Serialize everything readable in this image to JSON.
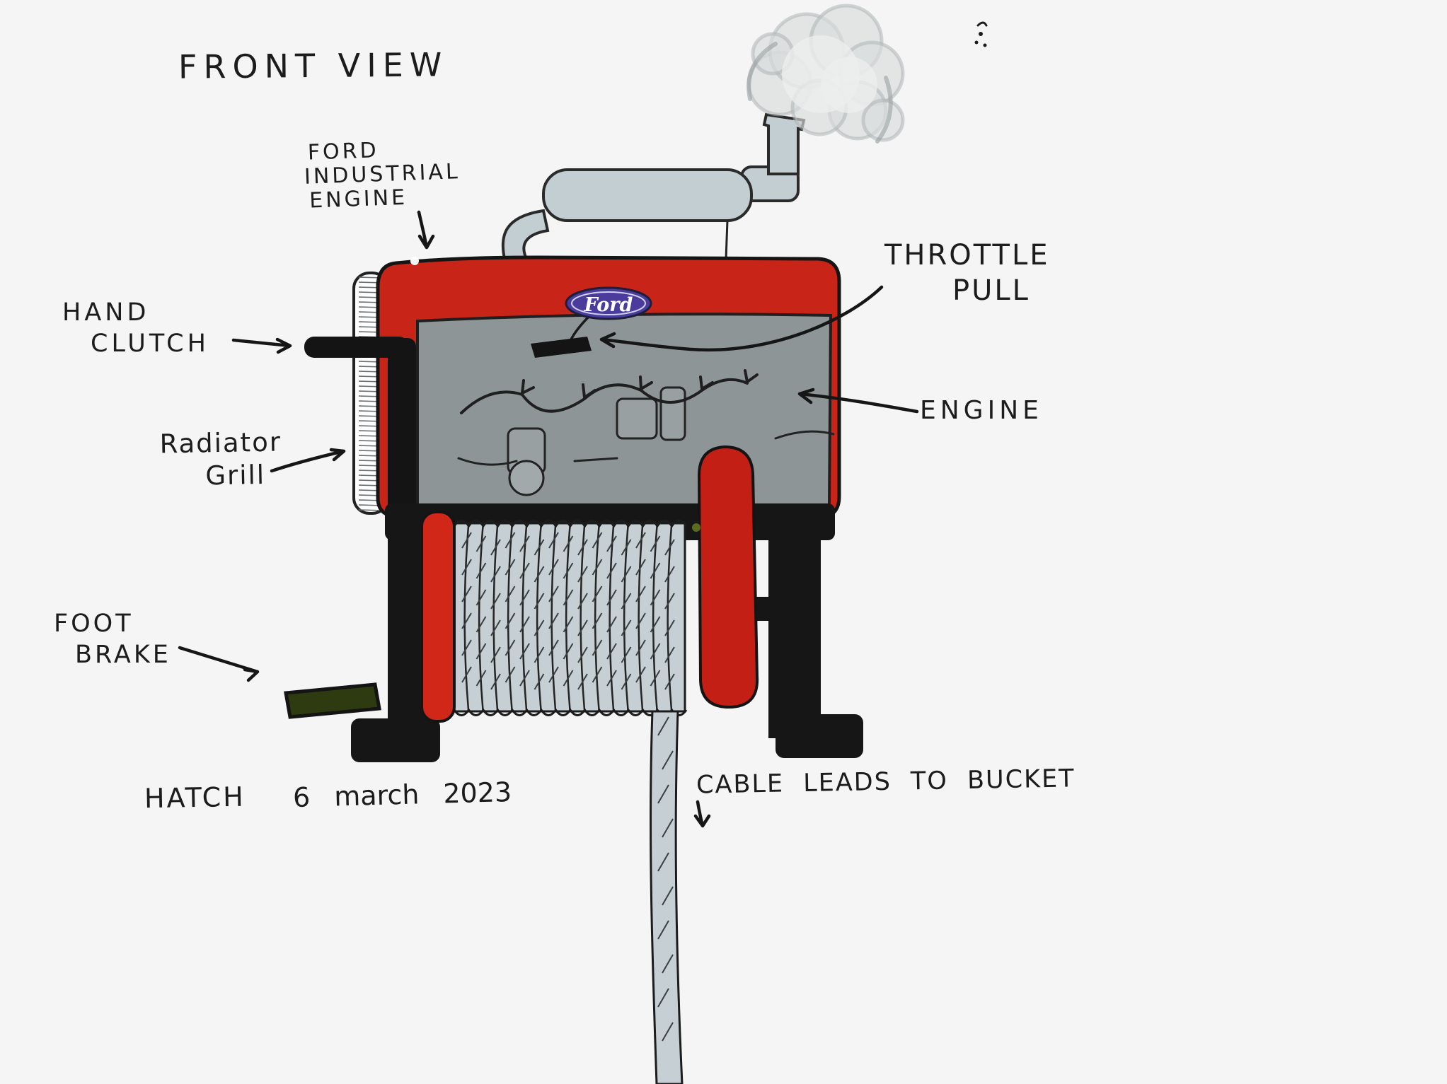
{
  "sketch": {
    "title": "FRONT VIEW",
    "labels": {
      "ford_engine": {
        "l1": "FORD",
        "l2": "INDUSTRIAL",
        "l3": "ENGINE"
      },
      "hand_clutch": {
        "l1": "HAND",
        "l2": "CLUTCH"
      },
      "radiator": {
        "l1": "Radiator",
        "l2": "Grill"
      },
      "foot_brake": {
        "l1": "FOOT",
        "l2": "BRAKE"
      },
      "throttle": {
        "l1": "THROTTLE",
        "l2": "PULL"
      },
      "engine": "ENGINE",
      "cable": "CABLE LEADS TO BUCKET",
      "logo": "Ford"
    },
    "signature": {
      "name": "HATCH",
      "date": "6 march 2023"
    },
    "colors": {
      "background": "#f5f5f6",
      "ink": "#1c1c1c",
      "body_red": "#c92418",
      "flange_red": "#d02719",
      "drum_red": "#c41f15",
      "engine_gray": "#8e9597",
      "muffler_gray": "#c3ced2",
      "rope_gray": "#c6d0d4",
      "frame_black": "#161616",
      "ford_blue": "#4a3b9d",
      "pedal_olive": "#2e3a10"
    }
  }
}
